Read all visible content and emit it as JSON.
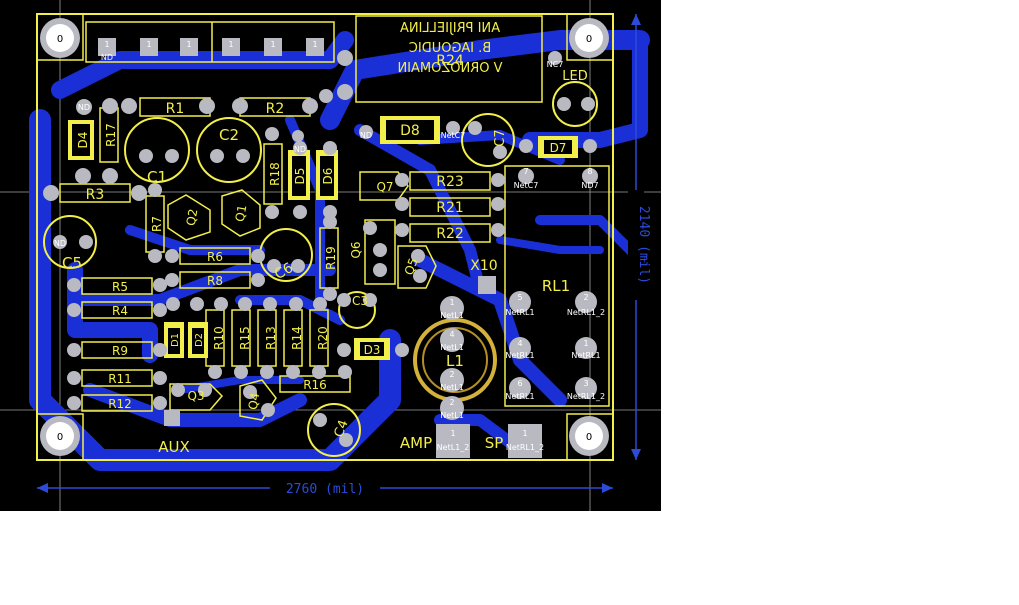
{
  "colors": {
    "board_bg": "#000000",
    "copper_bottom": "#1a2fd6",
    "silkscreen": "#f2ee4a",
    "pad": "#b9b9c2",
    "pad_label": "#ffffff",
    "dimension": "#2b4bd8",
    "canvas": "#ffffff"
  },
  "header_text": [
    "ANI PRIJIELLINA",
    "B. IAGOUDIC",
    "V ORNOZOMAIN"
  ],
  "header_ref": "R24",
  "mount_hole_label": "0",
  "dims": {
    "width": "2760 (mil)",
    "height": "2140 (mil)"
  },
  "connector_labels": [
    "AUX",
    "AMP",
    "SP",
    "X10"
  ],
  "components": {
    "R1": "R1",
    "R2": "R2",
    "R3": "R3",
    "R4": "R4",
    "R5": "R5",
    "R6": "R6",
    "R7": "R7",
    "R8": "R8",
    "R9": "R9",
    "R10": "R10",
    "R11": "R11",
    "R12": "R12",
    "R13": "R13",
    "R14": "R14",
    "R15": "R15",
    "R16": "R16",
    "R17": "R17",
    "R18": "R18",
    "R19": "R19",
    "R20": "R20",
    "R21": "R21",
    "R22": "R22",
    "R23": "R23",
    "C1": "C1",
    "C2": "C2",
    "C3": "C3",
    "C4": "C4",
    "C5": "C5",
    "C6": "C6",
    "C7": "C7",
    "D1": "D1",
    "D2": "D2",
    "D3": "D3",
    "D4": "D4",
    "D5": "D5",
    "D6": "D6",
    "D7": "D7",
    "D8": "D8",
    "Q1": "Q1",
    "Q2": "Q2",
    "Q3": "Q3",
    "Q4": "Q4",
    "Q5": "Q5",
    "Q6": "Q6",
    "Q7": "Q7",
    "L1": "L1",
    "RL1": "RL1",
    "LED": "LED"
  },
  "pad_labels": {
    "nd": "ND",
    "netl1": "NetL1",
    "netrl1": "NetRL1",
    "netl1_2": "NetL1_2",
    "netrl1_2": "NetRL1_2",
    "netc7": "NetC7",
    "nc7": "NC7",
    "nd7": "ND7",
    "p1": "1",
    "p2": "2",
    "p3": "3",
    "p4": "4",
    "p5": "5",
    "p6": "6",
    "p7": "7",
    "p8": "8"
  }
}
